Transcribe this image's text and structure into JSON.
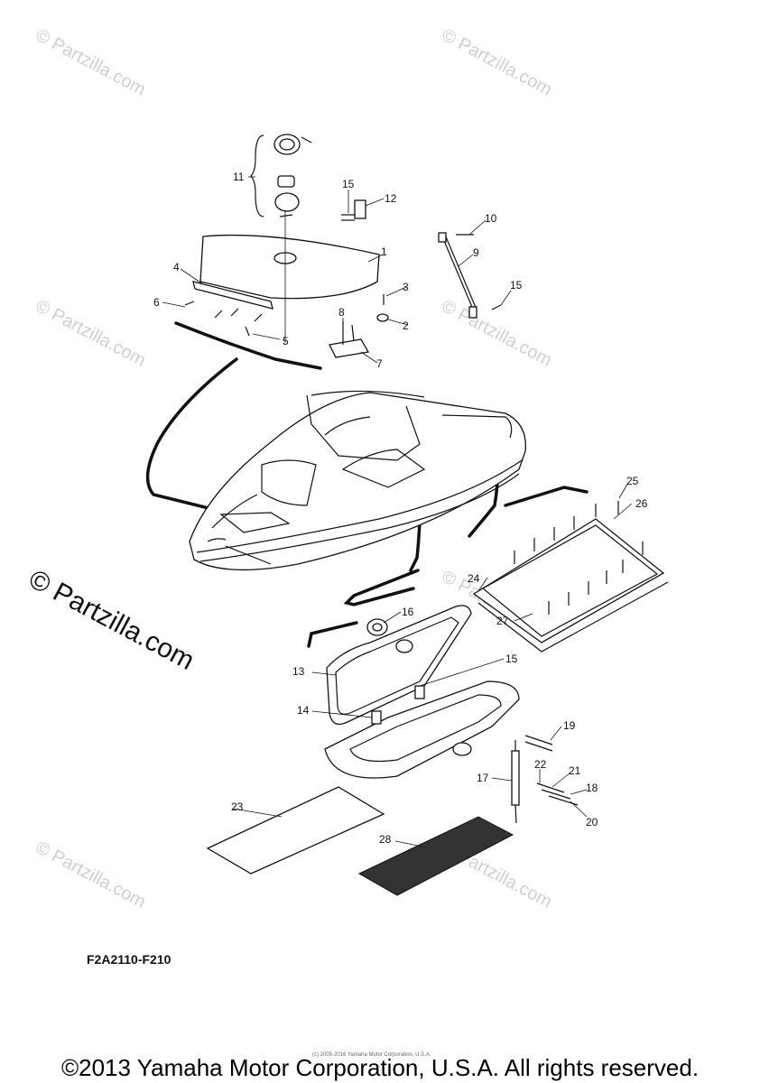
{
  "watermarks": {
    "text": "© Partzilla.com",
    "main_text": "© Partzilla.com"
  },
  "callouts": [
    "1",
    "2",
    "3",
    "4",
    "5",
    "6",
    "7",
    "8",
    "9",
    "10",
    "11",
    "12",
    "13",
    "14",
    "15",
    "15",
    "15",
    "16",
    "17",
    "18",
    "19",
    "20",
    "21",
    "22",
    "23",
    "24",
    "25",
    "26",
    "27",
    "28"
  ],
  "figure_code": "F2A2110-F210",
  "small_credit": "(c) 2005-2016 Yamaha Motor Corporation, U.S.A.",
  "copyright": "©2013 Yamaha Motor Corporation, U.S.A. All rights reserved.",
  "colors": {
    "line": "#111111",
    "watermark": "#cfcfcf",
    "background": "#ffffff"
  }
}
